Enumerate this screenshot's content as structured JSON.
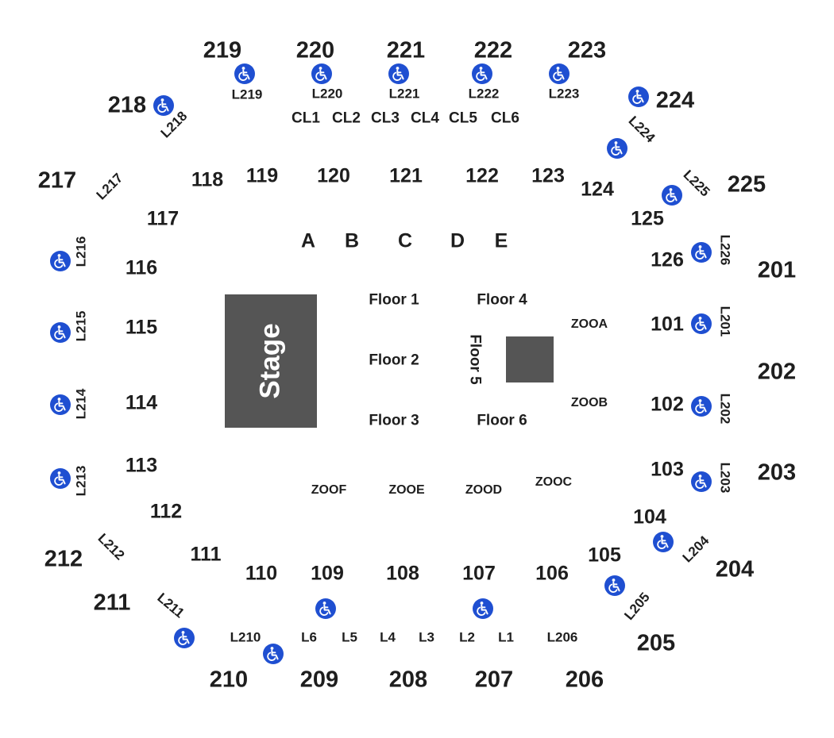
{
  "stage": {
    "label": "Stage"
  },
  "colors": {
    "accessible_icon": "#1f4fd1",
    "stage_fill": "#555555",
    "text": "#1e1e1e"
  },
  "icons": {
    "accessible": "wheelchair-icon"
  },
  "sections_200": [
    "219",
    "220",
    "221",
    "222",
    "223",
    "218",
    "224",
    "217",
    "225",
    "201",
    "202",
    "203",
    "212",
    "204",
    "211",
    "205",
    "210",
    "209",
    "208",
    "207",
    "206"
  ],
  "sections_100": [
    "118",
    "119",
    "120",
    "121",
    "122",
    "123",
    "124",
    "125",
    "117",
    "116",
    "126",
    "115",
    "101",
    "114",
    "102",
    "113",
    "103",
    "112",
    "104",
    "111",
    "105",
    "110",
    "109",
    "108",
    "107",
    "106"
  ],
  "loge_boxes": [
    "L219",
    "L220",
    "L221",
    "L222",
    "L223",
    "L218",
    "L224",
    "L217",
    "L225",
    "L216",
    "L226",
    "L215",
    "L201",
    "L214",
    "L202",
    "L213",
    "L203",
    "L212",
    "L204",
    "L211",
    "L205",
    "L210",
    "L206"
  ],
  "club_seats": [
    "CL1",
    "CL2",
    "CL3",
    "CL4",
    "CL5",
    "CL6"
  ],
  "lower_loge": [
    "L6",
    "L5",
    "L4",
    "L3",
    "L2",
    "L1"
  ],
  "floor_rows": [
    "A",
    "B",
    "C",
    "D",
    "E"
  ],
  "floor_sections": [
    "Floor 1",
    "Floor 2",
    "Floor 3",
    "Floor 4",
    "Floor 5",
    "Floor 6"
  ],
  "zones": [
    "ZOOA",
    "ZOOB",
    "ZOOC",
    "ZOOD",
    "ZOOE",
    "ZOOF"
  ]
}
